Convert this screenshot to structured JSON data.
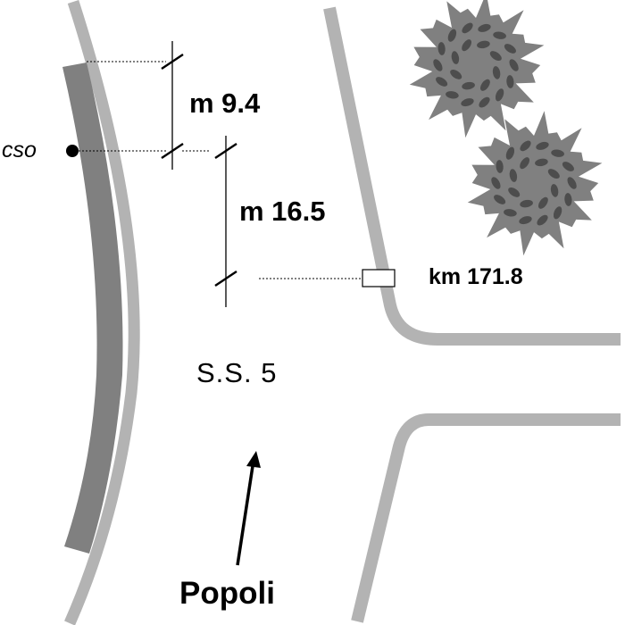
{
  "labels": {
    "cso": "cso",
    "distance_upper": "m  9.4",
    "distance_lower": "m  16.5",
    "kilometre_marker": "km  171.8",
    "road_name": "S.S.  5",
    "direction": "Popoli"
  },
  "colors": {
    "road_edge": "#b3b3b3",
    "curb_strip": "#808080",
    "tree_fill": "#808080",
    "tree_leaf": "#4d4d4d",
    "ink": "#000000",
    "background": "#ffffff"
  },
  "icons": {
    "point": "filled-circle-icon",
    "marker": "kilometre-stone-icon",
    "arrow": "north-arrow-icon",
    "tree": "tree-canopy-icon"
  }
}
